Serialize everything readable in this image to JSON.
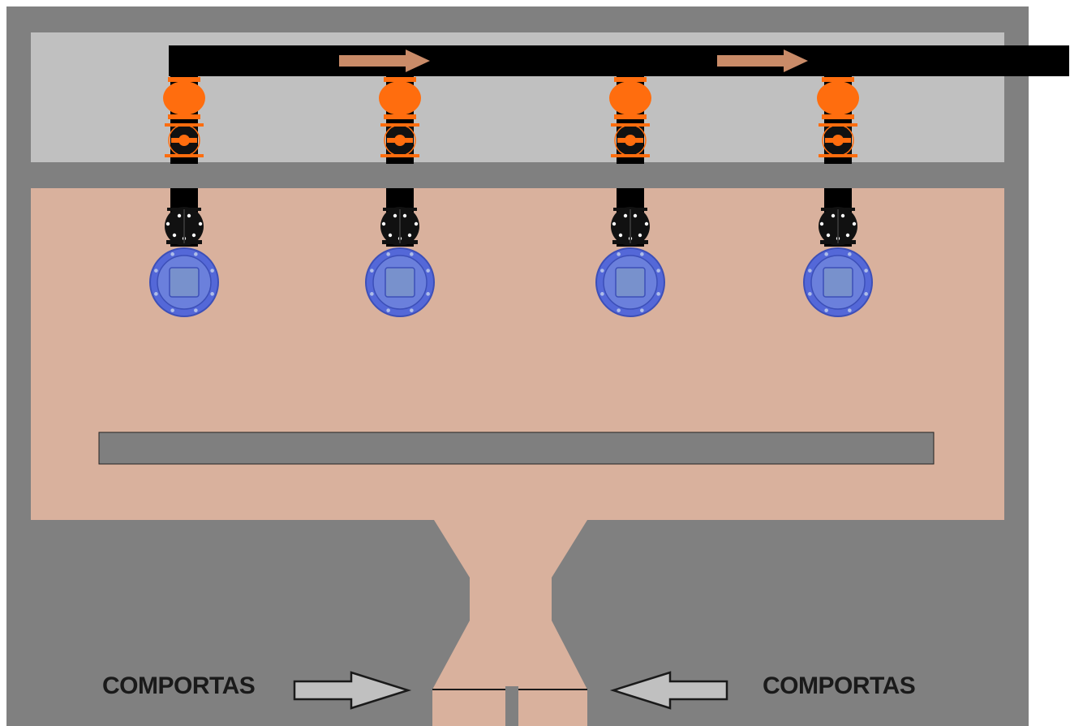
{
  "labels": {
    "left_gates": "COMPORTAS",
    "right_gates": "COMPORTAS"
  },
  "pump_units": [
    "unit-1",
    "unit-2",
    "unit-3",
    "unit-4"
  ],
  "flow_direction": "right",
  "icons": [
    "flow-arrow-icon",
    "check-valve-icon",
    "gate-valve-icon",
    "butterfly-valve-icon",
    "pump-flange-icon",
    "gate-arrow-icon"
  ],
  "colors": {
    "concrete": "#808080",
    "upper_chamber": "#c0c0c0",
    "water": "#d9b19d",
    "pipe": "#000000",
    "valve": "#ff6d0e",
    "pump": "#5468d8",
    "pump_core": "#7891cc",
    "flow_arrow": "#c98b68",
    "beam": "#7f7f7f"
  }
}
